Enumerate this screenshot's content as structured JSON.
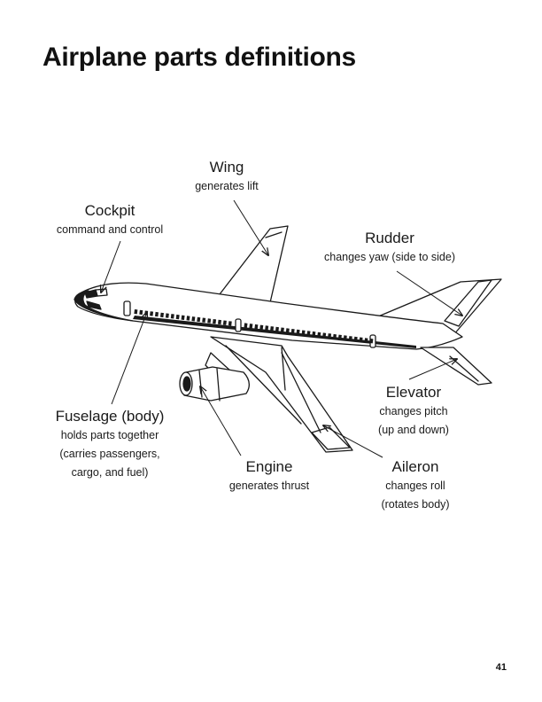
{
  "title": "Airplane parts definitions",
  "page_number": "41",
  "parts": {
    "wing": {
      "name": "Wing",
      "desc": [
        "generates lift"
      ]
    },
    "cockpit": {
      "name": "Cockpit",
      "desc": [
        "command and control"
      ]
    },
    "rudder": {
      "name": "Rudder",
      "desc": [
        "changes yaw (side to side)"
      ]
    },
    "elevator": {
      "name": "Elevator",
      "desc": [
        "changes pitch",
        "(up and down)"
      ]
    },
    "fuselage": {
      "name": "Fuselage (body)",
      "desc": [
        "holds parts together",
        "(carries passengers,",
        "cargo, and fuel)"
      ]
    },
    "engine": {
      "name": "Engine",
      "desc": [
        "generates thrust"
      ]
    },
    "aileron": {
      "name": "Aileron",
      "desc": [
        "changes roll",
        "(rotates body)"
      ]
    }
  }
}
